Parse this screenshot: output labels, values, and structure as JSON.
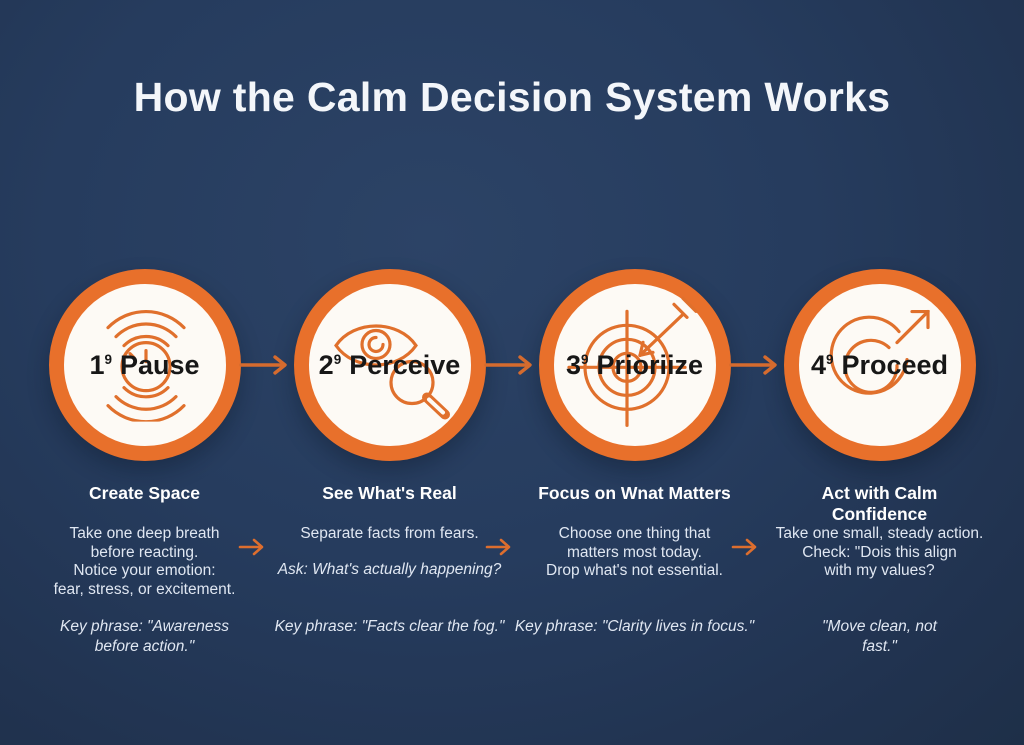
{
  "title": "How the Calm Decision System Works",
  "colors": {
    "background_navy": "#253a5b",
    "accent_orange": "#e8702b",
    "connector_orange": "#d56b2e",
    "circle_fill": "#fdfaf5",
    "step_label_text": "#171717",
    "heading_text": "#ffffff",
    "body_text": "#e0e7f2"
  },
  "icons": {
    "step1": "pause-ripples-clock-icon",
    "step2": "eye-magnifier-icon",
    "step3": "target-arrow-icon",
    "step4": "spiral-forward-arrow-icon",
    "connectors": "right-arrow-icon"
  },
  "steps": [
    {
      "number": "1",
      "number_sup": "9",
      "label": "Pause",
      "heading": "Create Space",
      "body_lines": [
        "Take one deep breath",
        "before reacting.",
        "Notice your emotion:",
        "fear, stress, or excitement."
      ],
      "key_lines": [
        "Key phrase: \"Awareness",
        "before action.\""
      ]
    },
    {
      "number": "2",
      "number_sup": "9",
      "label": "Perceive",
      "heading": "See What's Real",
      "body_lines": [
        "Separate facts from fears."
      ],
      "ask_line": "Ask: What's actually happening?",
      "key_lines": [
        "Key phrase: \"Facts clear the fog.\""
      ]
    },
    {
      "number": "3",
      "number_sup": "9",
      "label": "Prioriize",
      "heading": "Focus on Wnat Matters",
      "body_lines": [
        "Choose one thing that",
        "matters most today.",
        "Drop what's not essential."
      ],
      "key_lines": [
        "Key phrase: \"Clarity lives in focus.\""
      ]
    },
    {
      "number": "4",
      "number_sup": "9",
      "label": "Proceed",
      "heading": "Act with Calm Confidence",
      "body_lines": [
        "Take one small, steady action.",
        "Check: \"Dois this align",
        "with my values?"
      ],
      "key_lines": [
        "\"Move clean, not",
        "fast.\""
      ]
    }
  ]
}
